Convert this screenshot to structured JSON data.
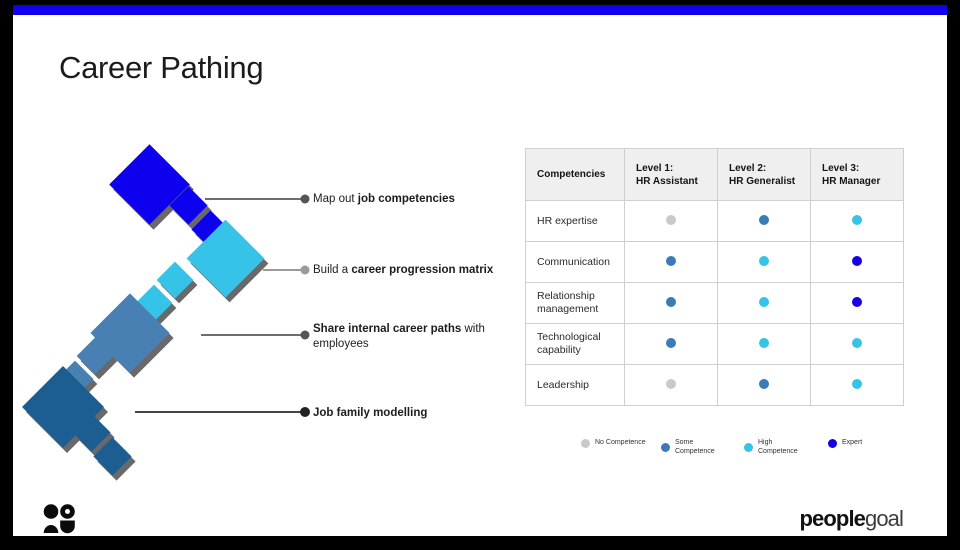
{
  "slide": {
    "title": "Career Pathing",
    "accent_color": "#1100EE",
    "frame_color": "#000000",
    "background": "#FFFFFF"
  },
  "diagram": {
    "name": "career-path-diamond-steps",
    "groups": [
      {
        "id": "step-1",
        "color": "#1100EE",
        "label_ref": 0
      },
      {
        "id": "step-2",
        "color": "#35C3E8",
        "label_ref": 1
      },
      {
        "id": "step-3",
        "color": "#4A80B4",
        "label_ref": 2
      },
      {
        "id": "step-4",
        "color": "#1C5D92",
        "label_ref": 3
      }
    ],
    "shadow_color": "#5A5A5A",
    "connector_color": "#6E6E6E"
  },
  "bullets": [
    {
      "prefix": "Map out ",
      "bold": "job competencies",
      "suffix": "",
      "dot_color": "#555555"
    },
    {
      "prefix": "Build a ",
      "bold": "career progression matrix",
      "suffix": "",
      "dot_color": "#9A9A9A"
    },
    {
      "prefix": "",
      "bold": "Share internal career paths",
      "suffix": " with employees",
      "dot_color": "#555555"
    },
    {
      "prefix": "",
      "bold": "Job family modelling",
      "suffix": "",
      "dot_color": "#222222"
    }
  ],
  "matrix": {
    "headers": [
      {
        "line1": "Competencies",
        "line2": ""
      },
      {
        "line1": "Level 1:",
        "line2": "HR Assistant"
      },
      {
        "line1": "Level 2:",
        "line2": "HR Generalist"
      },
      {
        "line1": "Level 3:",
        "line2": "HR Manager"
      }
    ],
    "rows": [
      {
        "label": "HR expertise",
        "levels": [
          "none",
          "some",
          "high"
        ]
      },
      {
        "label": "Communication",
        "levels": [
          "some",
          "high",
          "expert"
        ]
      },
      {
        "label": "Relationship management",
        "levels": [
          "some",
          "high",
          "expert"
        ]
      },
      {
        "label": "Technological capability",
        "levels": [
          "some",
          "high",
          "high"
        ]
      },
      {
        "label": "Leadership",
        "levels": [
          "none",
          "some",
          "high"
        ]
      }
    ]
  },
  "legend": [
    {
      "key": "none",
      "label": "No Competence",
      "color": "#C9C9C9"
    },
    {
      "key": "some",
      "label": "Some Competence",
      "color": "#3A7CB8"
    },
    {
      "key": "high",
      "label": "High Competence",
      "color": "#35C3E8"
    },
    {
      "key": "expert",
      "label": "Expert",
      "color": "#1500E6"
    }
  ],
  "level_colors": {
    "none": "#C9C9C9",
    "some": "#3A7CB8",
    "high": "#35C3E8",
    "expert": "#1500E6"
  },
  "footer": {
    "logo_icon": "two-people-icon",
    "wordmark_bold": "people",
    "wordmark_light": "goal"
  }
}
